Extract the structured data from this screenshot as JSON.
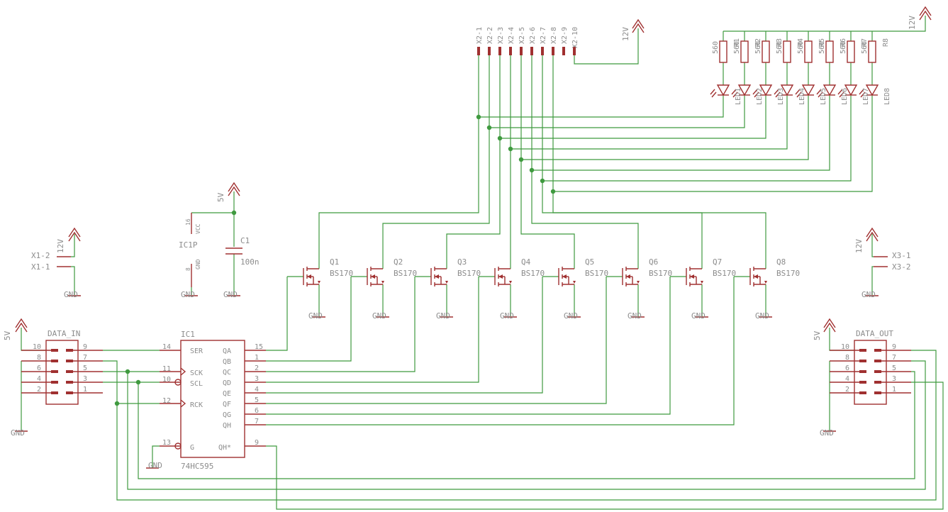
{
  "ic1": {
    "ref": "IC1",
    "value": "74HC595",
    "left_pins": [
      {
        "name": "SER",
        "num": "14"
      },
      {
        "name": "SCK",
        "num": "11"
      },
      {
        "name": "SCL",
        "num": "10"
      },
      {
        "name": "RCK",
        "num": "12"
      },
      {
        "name": "G",
        "num": "13"
      }
    ],
    "right_pins": [
      {
        "name": "QA",
        "num": "15"
      },
      {
        "name": "QB",
        "num": "1"
      },
      {
        "name": "QC",
        "num": "2"
      },
      {
        "name": "QD",
        "num": "3"
      },
      {
        "name": "QE",
        "num": "4"
      },
      {
        "name": "QF",
        "num": "5"
      },
      {
        "name": "QG",
        "num": "6"
      },
      {
        "name": "QH",
        "num": "7"
      },
      {
        "name": "QH*",
        "num": "9"
      }
    ]
  },
  "ic1p": {
    "ref": "IC1P",
    "vcc_pin": "16",
    "vcc_label": "VCC",
    "gnd_pin": "8",
    "gnd_label": "GND"
  },
  "cap": {
    "ref": "C1",
    "value": "100n"
  },
  "transistors": [
    {
      "ref": "Q1",
      "value": "BS170"
    },
    {
      "ref": "Q2",
      "value": "BS170"
    },
    {
      "ref": "Q3",
      "value": "BS170"
    },
    {
      "ref": "Q4",
      "value": "BS170"
    },
    {
      "ref": "Q5",
      "value": "BS170"
    },
    {
      "ref": "Q6",
      "value": "BS170"
    },
    {
      "ref": "Q7",
      "value": "BS170"
    },
    {
      "ref": "Q8",
      "value": "BS170"
    }
  ],
  "resistors": [
    {
      "ref": "R1",
      "value": "560"
    },
    {
      "ref": "R2",
      "value": "560"
    },
    {
      "ref": "R3",
      "value": "560"
    },
    {
      "ref": "R4",
      "value": "560"
    },
    {
      "ref": "R5",
      "value": "560"
    },
    {
      "ref": "R6",
      "value": "560"
    },
    {
      "ref": "R7",
      "value": "560"
    },
    {
      "ref": "R8",
      "value": "560"
    }
  ],
  "leds": [
    "LED1",
    "LED2",
    "LED3",
    "LED4",
    "LED5",
    "LED6",
    "LED7",
    "LED8"
  ],
  "x2_pins": [
    "X2-1",
    "X2-2",
    "X2-3",
    "X2-4",
    "X2-5",
    "X2-6",
    "X2-7",
    "X2-8",
    "X2-9",
    "X2-10"
  ],
  "x1_pins": [
    "X1-2",
    "X1-1"
  ],
  "x3_pins": [
    "X3-1",
    "X3-2"
  ],
  "headers": {
    "in_name": "DATA_IN",
    "out_name": "DATA_OUT",
    "left_nums": [
      "10",
      "8",
      "6",
      "4",
      "2"
    ],
    "right_nums": [
      "9",
      "7",
      "5",
      "3",
      "1"
    ]
  },
  "power": {
    "v12": "12V",
    "v5": "5V",
    "gnd": "GND"
  },
  "colors": {
    "wire": "#3f9a3f",
    "part": "#a03030",
    "text": "#8c8c8c",
    "background": "#ffffff"
  }
}
